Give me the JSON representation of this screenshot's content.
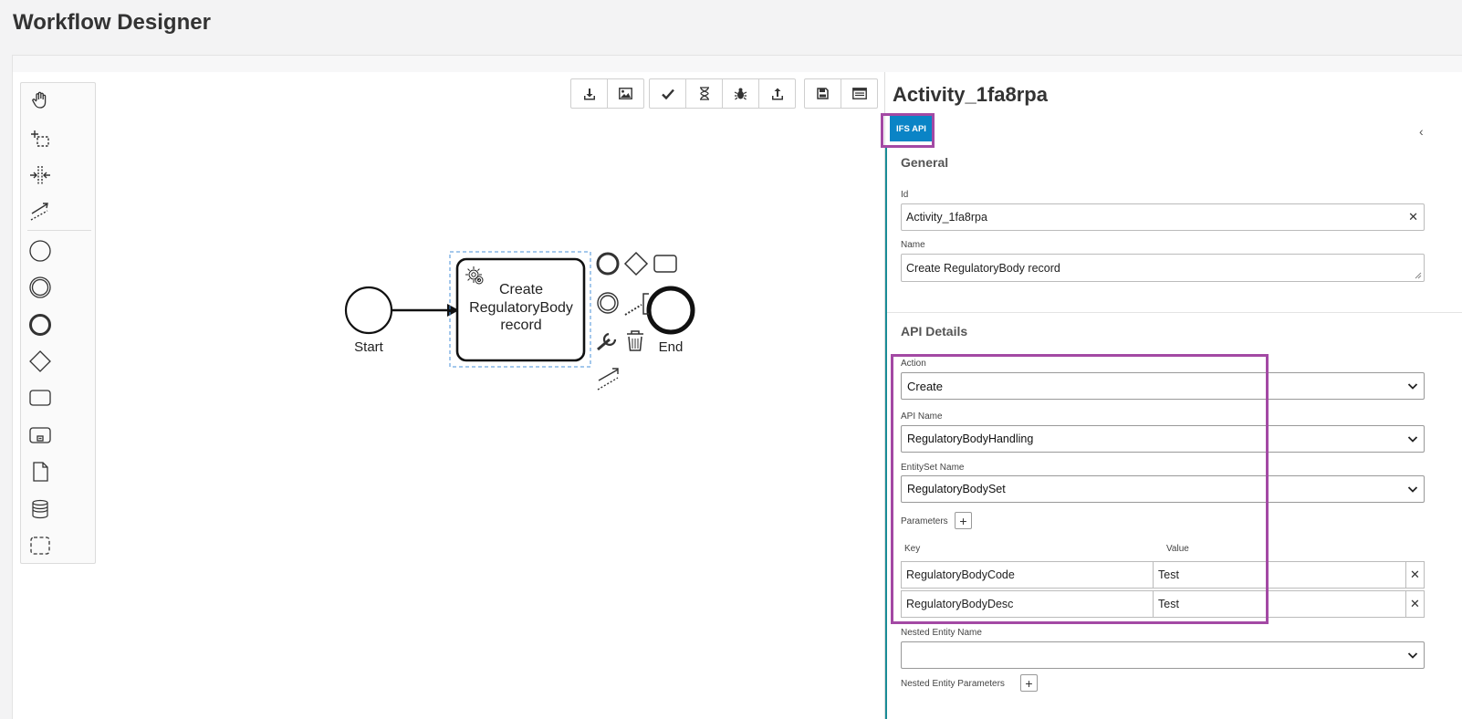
{
  "page": {
    "title": "Workflow Designer"
  },
  "palette": {
    "tools": [
      "hand-tool-icon",
      "lasso-tool-icon",
      "space-tool-icon",
      "connect-tool-icon",
      "start-event-icon",
      "intermediate-event-icon",
      "end-event-icon",
      "gateway-icon",
      "task-icon",
      "subprocess-icon",
      "data-object-icon",
      "data-store-icon",
      "group-icon"
    ]
  },
  "toolbar": {
    "buttons": [
      "download-icon",
      "image-icon",
      "validate-icon",
      "simulate-icon",
      "debug-icon",
      "deploy-icon",
      "save-icon",
      "properties-icon"
    ]
  },
  "diagram": {
    "start_label": "Start",
    "task_label": "Create RegulatoryBody record",
    "end_label": "End"
  },
  "properties": {
    "header": "Activity_1fa8rpa",
    "tab_label": "IFS API",
    "collapse_glyph": "‹",
    "general": {
      "title": "General",
      "id_label": "Id",
      "id_value": "Activity_1fa8rpa",
      "name_label": "Name",
      "name_value": "Create RegulatoryBody record"
    },
    "api": {
      "title": "API Details",
      "action_label": "Action",
      "action_value": "Create",
      "api_name_label": "API Name",
      "api_name_value": "RegulatoryBodyHandling",
      "entityset_label": "EntitySet Name",
      "entityset_value": "RegulatoryBodySet",
      "parameters_label": "Parameters",
      "key_header": "Key",
      "value_header": "Value",
      "params": [
        {
          "key": "RegulatoryBodyCode",
          "value": "Test"
        },
        {
          "key": "RegulatoryBodyDesc",
          "value": "Test"
        }
      ],
      "nested_entity_label": "Nested Entity Name",
      "nested_entity_value": "",
      "nested_params_label": "Nested Entity Parameters"
    }
  },
  "colors": {
    "accent": "#0a84c6",
    "highlight": "#a349a4",
    "panel_border": "#1a8c97"
  }
}
